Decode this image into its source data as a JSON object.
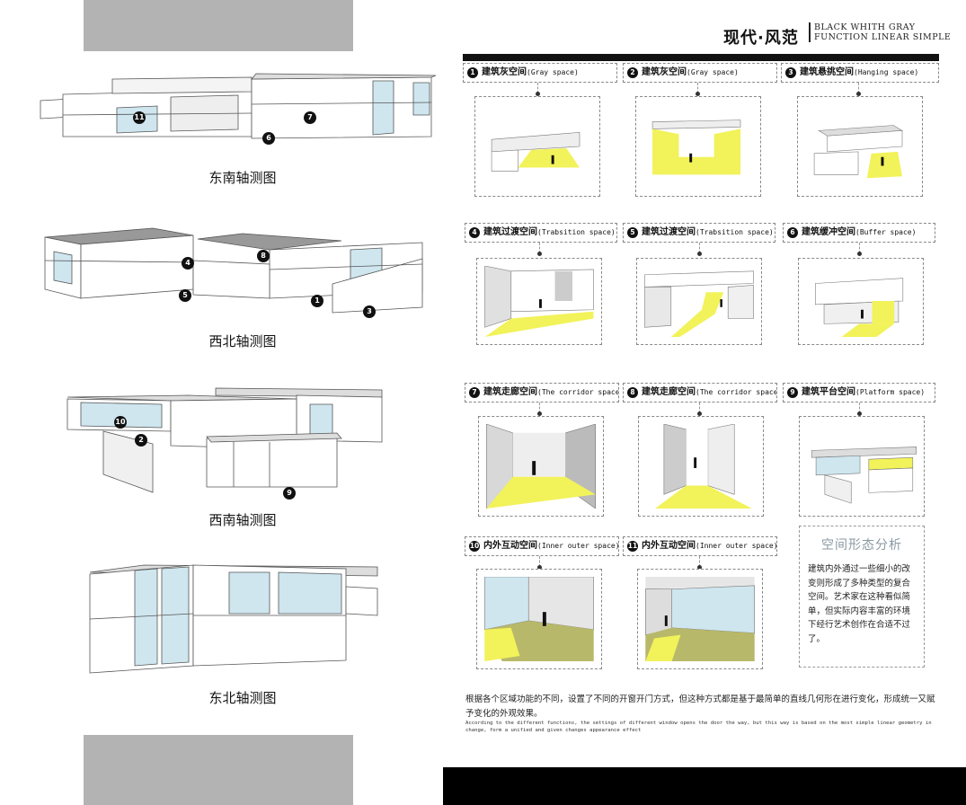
{
  "header": {
    "title": "现代·风范",
    "subtitle_line1": "BLACK WHITH GRAY",
    "subtitle_line2": "FUNCTION LINEAR SIMPLE"
  },
  "axonometric_views": [
    {
      "label": "东南轴测图",
      "markers": [
        "11",
        "7",
        "6"
      ]
    },
    {
      "label": "西北轴测图",
      "markers": [
        "4",
        "8",
        "5",
        "1",
        "3"
      ]
    },
    {
      "label": "西南轴测图",
      "markers": [
        "10",
        "2",
        "9"
      ]
    },
    {
      "label": "东北轴测图",
      "markers": []
    }
  ],
  "spaces": [
    {
      "num": "1",
      "zh": "建筑灰空间",
      "en": "(Gray space)"
    },
    {
      "num": "2",
      "zh": "建筑灰空间",
      "en": "(Gray space)"
    },
    {
      "num": "3",
      "zh": "建筑悬挑空间",
      "en": "(Hanging space)"
    },
    {
      "num": "4",
      "zh": "建筑过渡空间",
      "en": "(Trabsition space)"
    },
    {
      "num": "5",
      "zh": "建筑过渡空间",
      "en": "(Trabsition space)"
    },
    {
      "num": "6",
      "zh": "建筑缓冲空间",
      "en": "(Buffer space)"
    },
    {
      "num": "7",
      "zh": "建筑走廊空间",
      "en": "(The corridor space)"
    },
    {
      "num": "8",
      "zh": "建筑走廊空间",
      "en": "(The corridor space)"
    },
    {
      "num": "9",
      "zh": "建筑平台空间",
      "en": "(Platform space)"
    },
    {
      "num": "10",
      "zh": "内外互动空间",
      "en": "(Inner outer space)"
    },
    {
      "num": "11",
      "zh": "内外互动空间",
      "en": "(Inner outer space)"
    }
  ],
  "analysis": {
    "title": "空间形态分析",
    "text": "建筑内外通过一些细小的改变则形成了多种类型的复合空间。艺术家在这种看似简单，但实际内容丰富的环境下经行艺术创作在合适不过了。"
  },
  "bottom_text": {
    "zh": "根据各个区域功能的不同，设置了不同的开窗开门方式，但这种方式都是基于最简单的直线几何形在进行变化，形成统一又赋予变化的外观效果。",
    "en": "According to the different functions, the settings of different window opens the door the way, but this way is based on the most simple linear geometry in change, form a unified and given changes appearance effect"
  },
  "colors": {
    "accent_yellow": "#f2f25a",
    "grey_block": "#b3b3b3",
    "glass": "#cfe6ef",
    "black": "#000000"
  }
}
